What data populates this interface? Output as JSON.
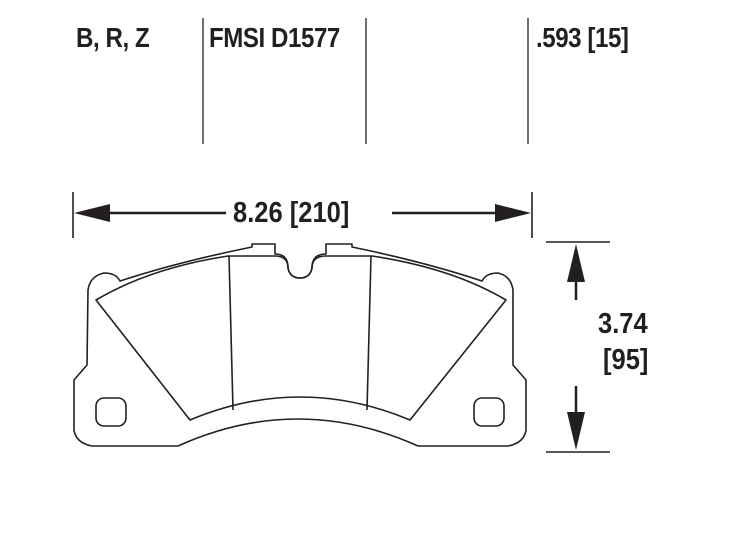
{
  "header": {
    "grades": "B, R, Z",
    "fmsi": "FMSI D1577",
    "thickness": ".593 [15]"
  },
  "dimensions": {
    "width": "8.26 [210]",
    "height_in": "3.74",
    "height_mm": "[95]"
  },
  "colors": {
    "line": "#231f20",
    "background": "#ffffff"
  }
}
